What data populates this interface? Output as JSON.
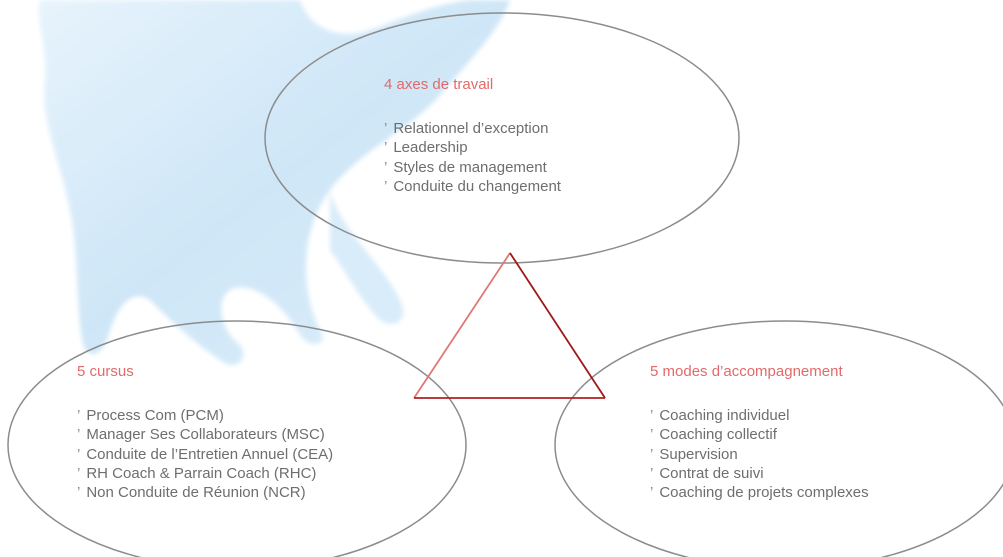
{
  "colors": {
    "heading": "#e26a6a",
    "item_text": "#6e6e6e",
    "ellipse_stroke": "#8c8c8c",
    "triangle_left_side": "#e07878",
    "triangle_right_side": "#a01818",
    "triangle_base": "#b02020",
    "background_map": "#cfe7f8"
  },
  "bullet": "’",
  "top": {
    "heading": "4 axes de travail",
    "items": [
      "Relationnel d’exception",
      "Leadership",
      "Styles de management",
      "Conduite du changement"
    ]
  },
  "left": {
    "heading": "5 cursus",
    "items": [
      "Process Com (PCM)",
      "Manager Ses Collaborateurs (MSC)",
      "Conduite de l’Entretien Annuel (CEA)",
      "RH Coach & Parrain Coach (RHC)",
      "Non Conduite de Réunion (NCR)"
    ]
  },
  "right": {
    "heading": "5 modes d’accompagnement",
    "items": [
      "Coaching individuel",
      "Coaching collectif",
      "Supervision",
      "Contrat de suivi",
      "Coaching de projets complexes"
    ]
  }
}
